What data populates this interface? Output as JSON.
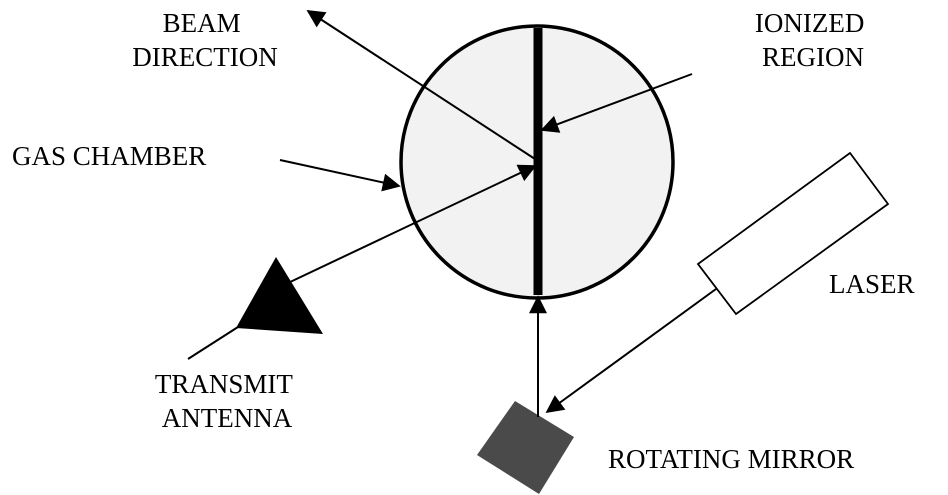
{
  "labels": {
    "beam_direction": [
      "BEAM",
      "DIRECTION"
    ],
    "ionized_region": [
      "IONIZED",
      "REGION"
    ],
    "gas_chamber": "GAS CHAMBER",
    "laser": "LASER",
    "transmit_antenna": [
      "TRANSMIT",
      "ANTENNA"
    ],
    "rotating_mirror": "ROTATING MIRROR"
  },
  "colors": {
    "chamber_fill": "#f2f2f2",
    "mirror_fill": "#4a4a4a",
    "ink": "#000000"
  }
}
